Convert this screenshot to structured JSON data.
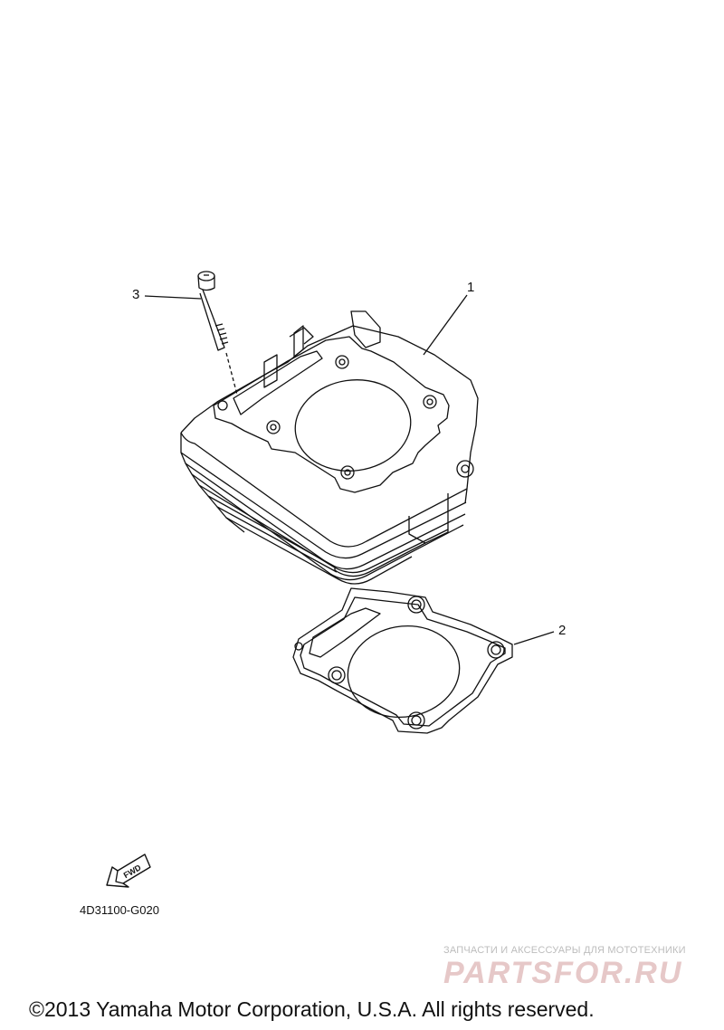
{
  "callouts": [
    {
      "label": "1",
      "part": "cylinder"
    },
    {
      "label": "2",
      "part": "cylinder-gasket"
    },
    {
      "label": "3",
      "part": "bolt"
    }
  ],
  "fwd_label": "FWD",
  "diagram_code": "4D31100-G020",
  "watermark": {
    "tagline": "ЗАПЧАСТИ И АКСЕССУАРЫ ДЛЯ МОТОТЕХНИКИ",
    "logo": "PARTSFOR.RU",
    "color": "#e6c8c8"
  },
  "copyright": "©2013 Yamaha Motor Corporation, U.S.A. All rights reserved.",
  "line_color": "#111111"
}
